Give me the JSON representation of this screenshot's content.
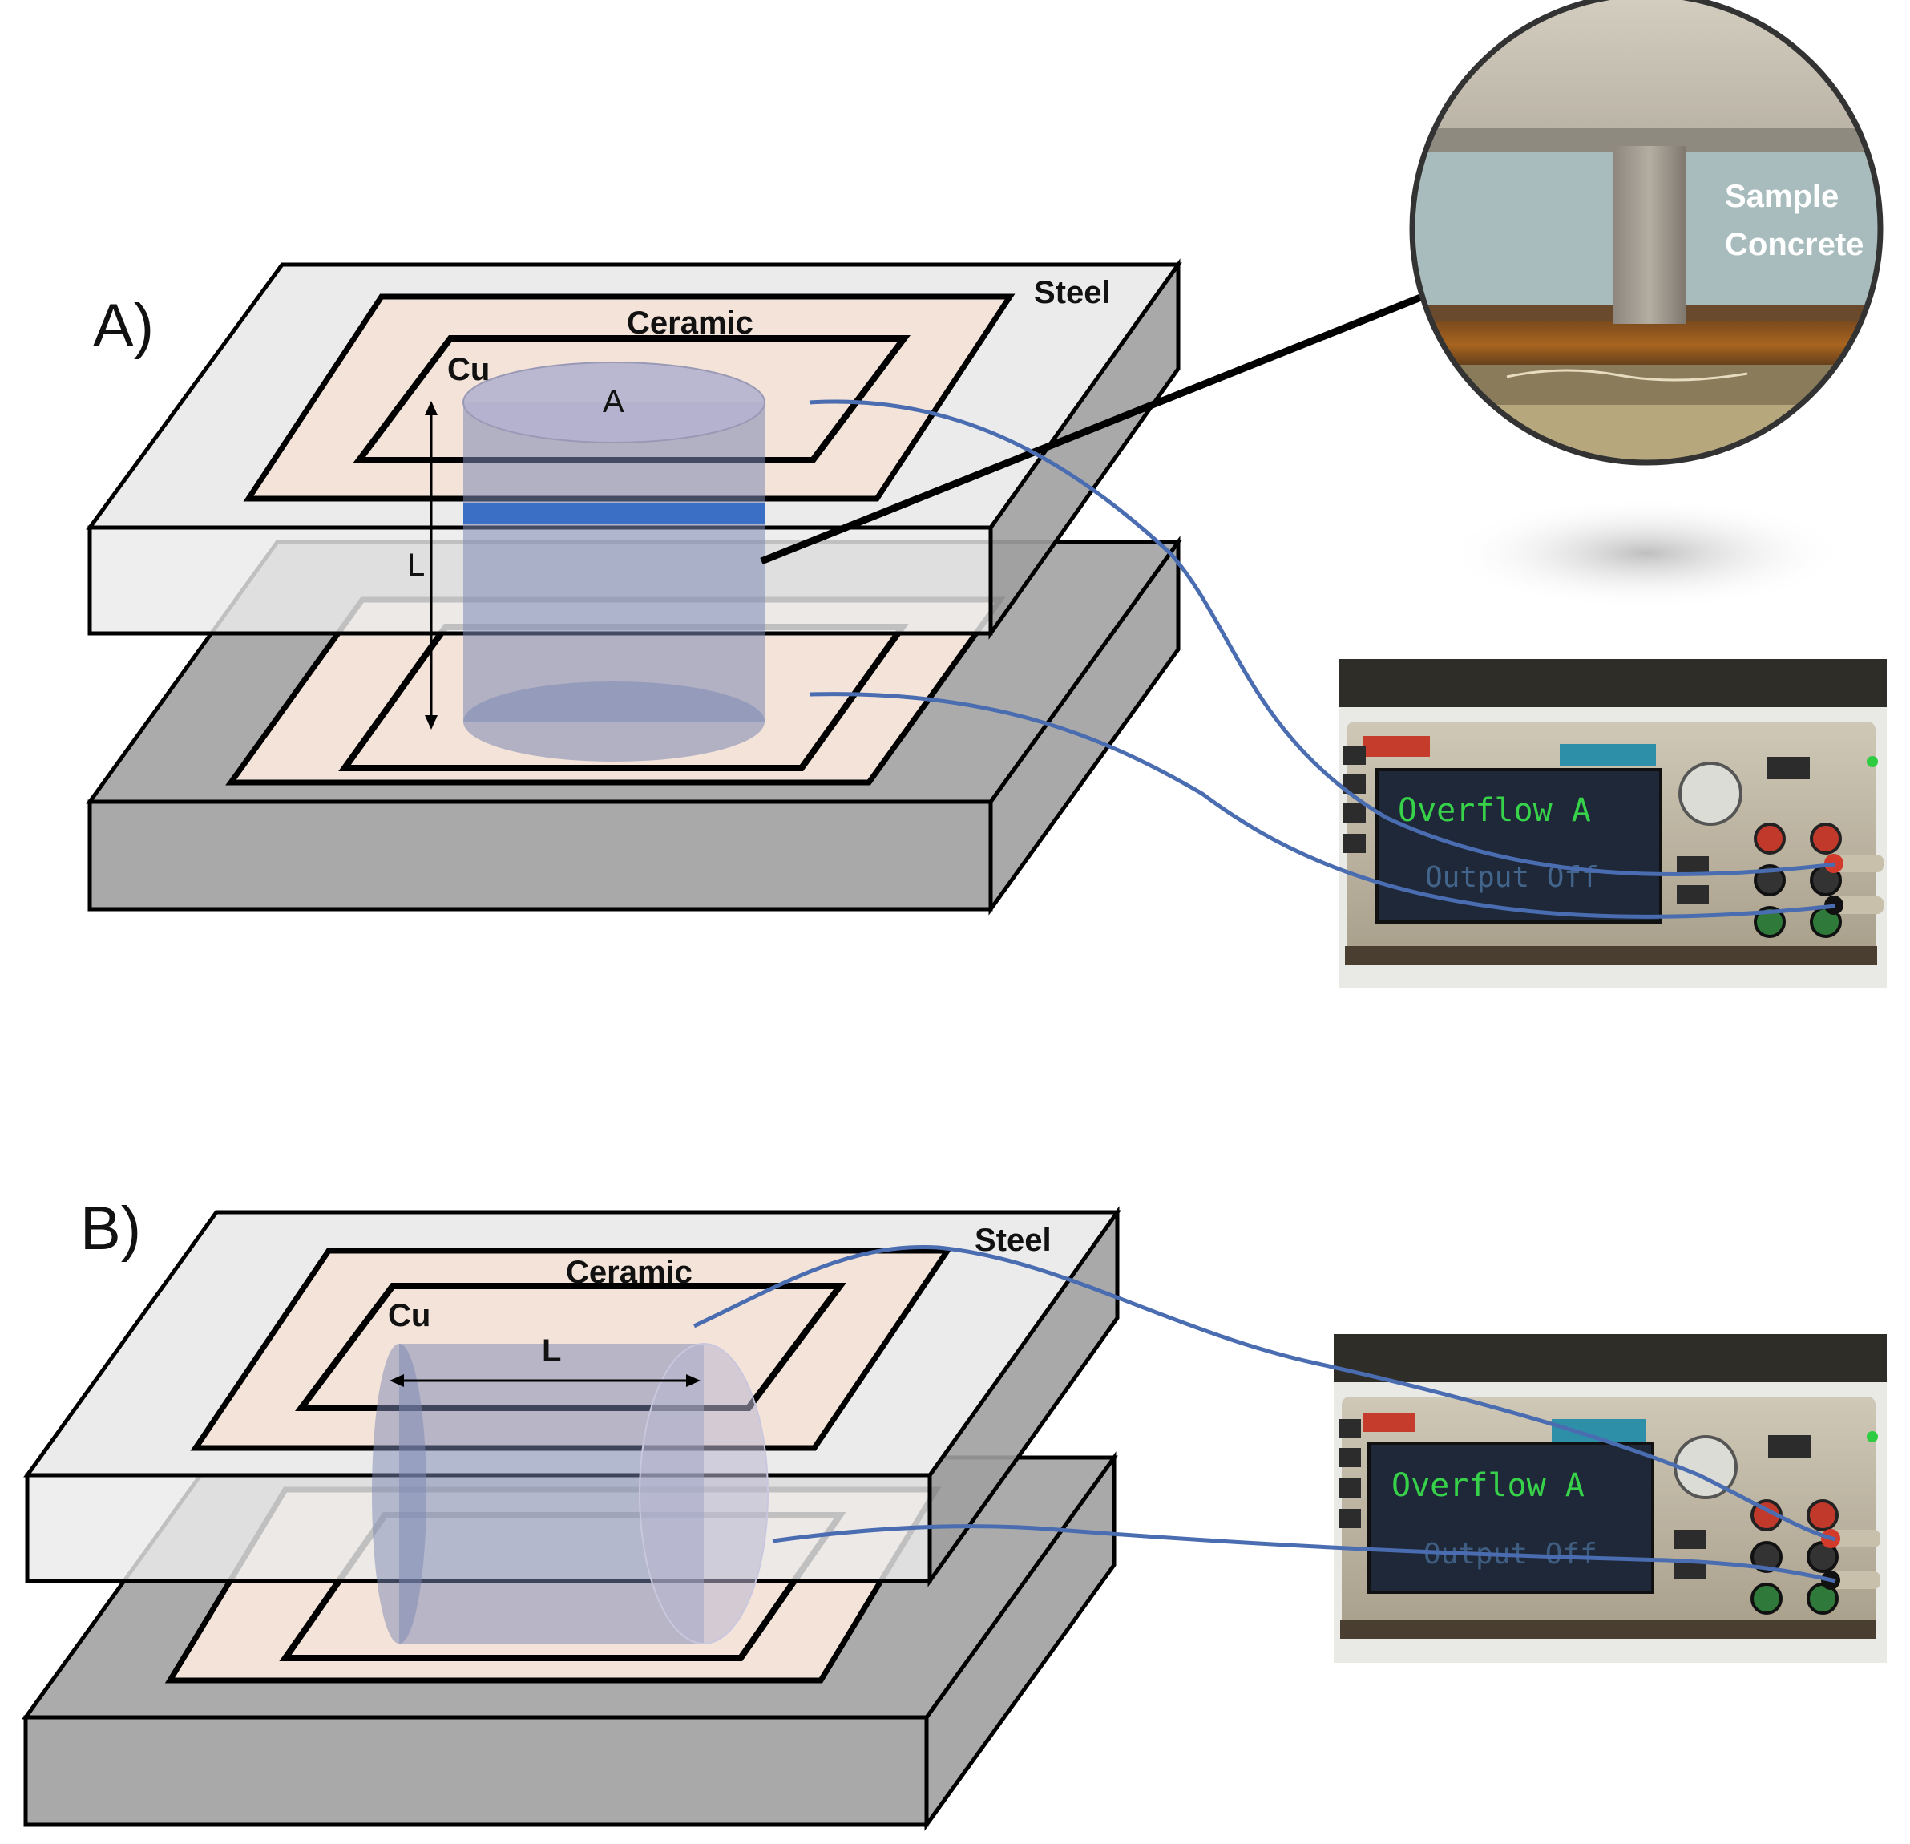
{
  "panel_a": {
    "label": "A)",
    "steel_label": "Steel",
    "ceramic_label": "Ceramic",
    "cu_label": "Cu",
    "area_label": "A",
    "length_label": "L",
    "inset": {
      "line1": "Sample",
      "line2": "Concrete"
    },
    "meter": {
      "screen_line1": "Overflow A",
      "screen_line2": "Output Off"
    }
  },
  "panel_b": {
    "label": "B)",
    "steel_label": "Steel",
    "ceramic_label": "Ceramic",
    "cu_label": "Cu",
    "length_label": "L",
    "meter": {
      "screen_line1": "Overflow A",
      "screen_line2": "Output Off"
    }
  },
  "colors": {
    "steel_top": "#ebebeb",
    "steel_dark": "#a9a9a9",
    "ceramic": "#f3e3d8",
    "sample": "#7c88b4",
    "sample_band": "#2f66c4",
    "wire": "#4a6cb0",
    "screen_text": "#37d24a"
  }
}
